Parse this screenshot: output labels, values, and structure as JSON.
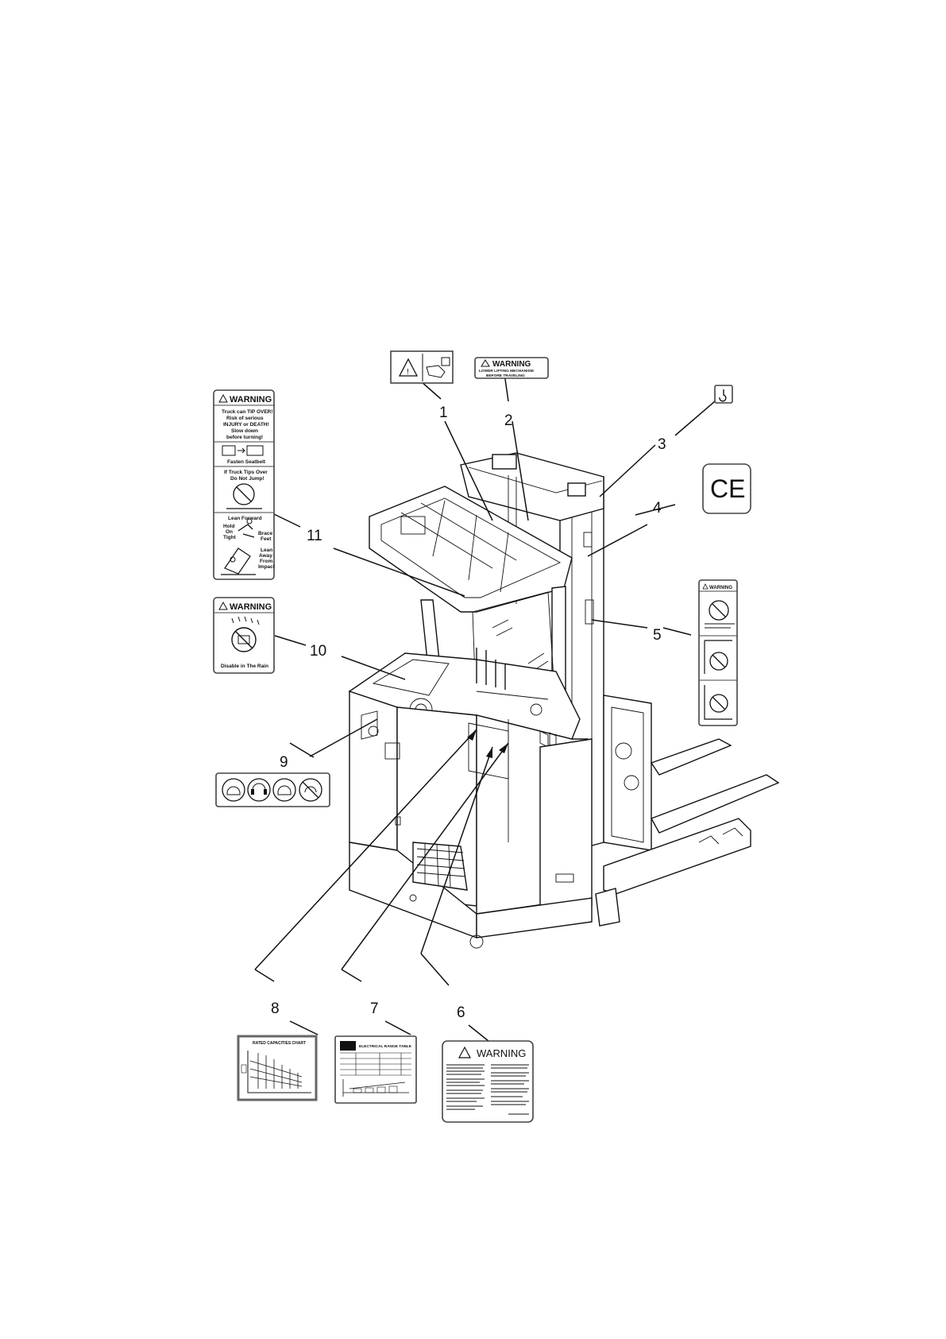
{
  "callouts": [
    "1",
    "2",
    "3",
    "4",
    "5",
    "6",
    "7",
    "8",
    "9",
    "10",
    "11"
  ],
  "labels": {
    "label_1": {
      "icon": "warning-triangle-hand-crush-icon"
    },
    "label_2": {
      "title": "WARNING",
      "lines": [
        "LOWER LIFTING MECHANISM",
        "BEFORE TRAVELING"
      ]
    },
    "label_3": {
      "icon": "lifting-hook-icon"
    },
    "label_4": {
      "mark": "CE"
    },
    "label_5": {
      "title": "WARNING",
      "icons": [
        "no-climbing-icon",
        "no-standing-under-icon",
        "no-reaching-through-icon"
      ]
    },
    "label_6": {
      "title": "WARNING"
    },
    "label_7": {
      "title": "ELECTRICAL RANGE TABLE"
    },
    "label_8": {
      "title": "RATED CAPACITIES CHART"
    },
    "label_9": {
      "icons": [
        "helmet-icon",
        "ear-protection-icon",
        "safety-cap-icon",
        "no-helmet-icon"
      ]
    },
    "label_10": {
      "title": "WARNING",
      "text": "Disable in The Rain"
    },
    "label_11": {
      "title": "WARNING",
      "sections": [
        [
          "Truck can TIP OVER!",
          "Risk of serious",
          "INJURY or DEATH!",
          "Slow down",
          "before turning!"
        ],
        [
          "Fasten Seatbelt"
        ],
        [
          "If Truck Tips Over",
          "Do Not Jump!"
        ],
        [
          "Lean Forward"
        ],
        [
          "Hold",
          "On",
          "Tight"
        ],
        [
          "Brace",
          "Feet"
        ],
        [
          "Lean",
          "Away",
          "From",
          "Impact"
        ]
      ]
    }
  },
  "colors": {
    "line": "#111111",
    "label_border": "#444444",
    "background": "#ffffff"
  }
}
